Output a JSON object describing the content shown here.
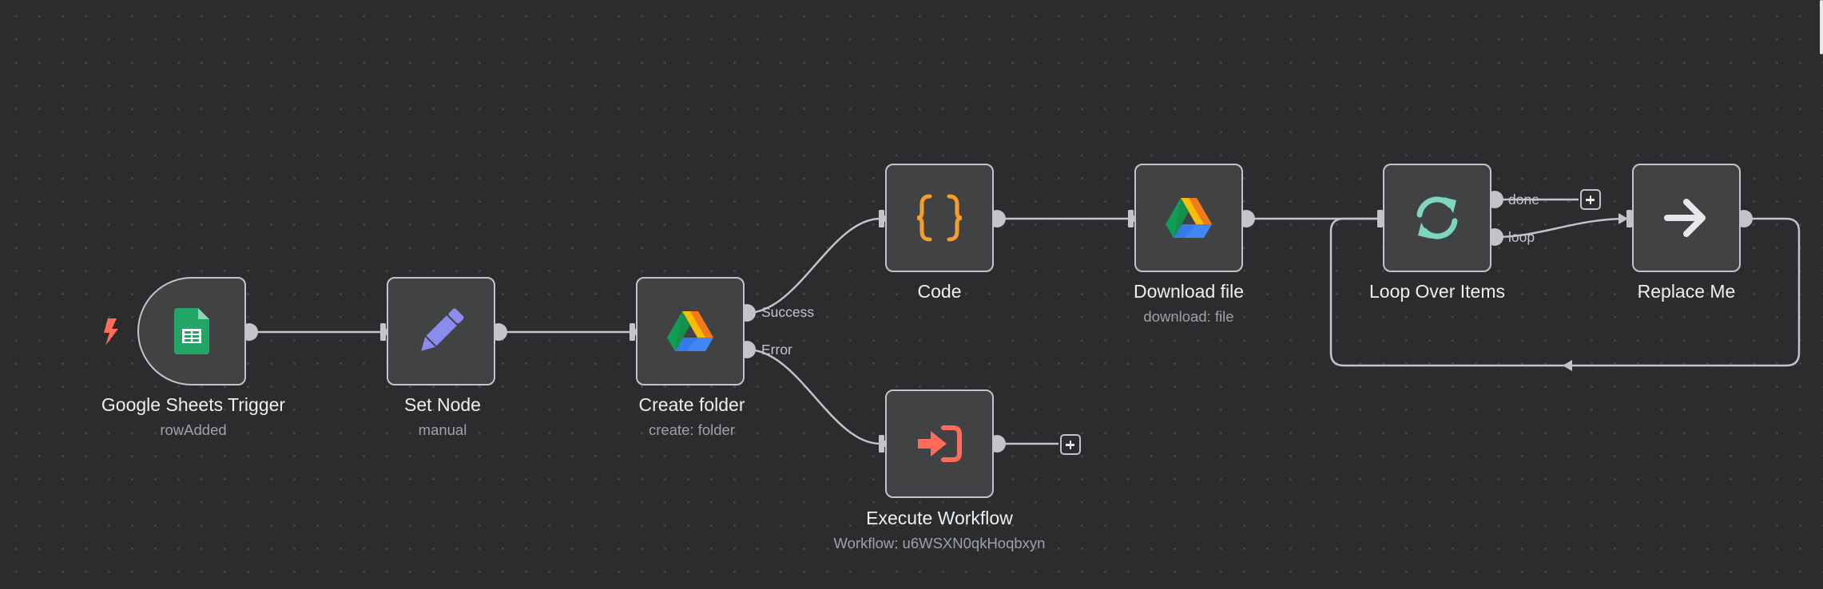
{
  "nodes": [
    {
      "id": "google-sheets-trigger",
      "title": "Google Sheets Trigger",
      "subtitle": "rowAdded",
      "icon": "google-sheets-icon",
      "type": "trigger"
    },
    {
      "id": "set-node",
      "title": "Set Node",
      "subtitle": "manual",
      "icon": "pencil-icon"
    },
    {
      "id": "create-folder",
      "title": "Create folder",
      "subtitle": "create: folder",
      "icon": "google-drive-icon"
    },
    {
      "id": "code",
      "title": "Code",
      "subtitle": "",
      "icon": "code-braces-icon"
    },
    {
      "id": "download-file",
      "title": "Download file",
      "subtitle": "download: file",
      "icon": "google-drive-icon"
    },
    {
      "id": "loop-over-items",
      "title": "Loop Over Items",
      "subtitle": "",
      "icon": "loop-arrows-icon"
    },
    {
      "id": "replace-me",
      "title": "Replace Me",
      "subtitle": "",
      "icon": "arrow-right-icon"
    },
    {
      "id": "execute-workflow",
      "title": "Execute Workflow",
      "subtitle": "Workflow: u6WSXN0qkHoqbxyn",
      "icon": "sign-in-icon"
    }
  ],
  "port_labels": {
    "success": "Success",
    "error": "Error",
    "done": "done",
    "loop": "loop"
  },
  "colors": {
    "canvas_bg": "#2b2c2e",
    "node_bg": "#414244",
    "node_border": "#c3c4c9",
    "connection": "#c3c4c9",
    "trigger_bolt": "#ff6d5a",
    "code_icon": "#f59d2a",
    "pencil_icon": "#8b8cf0",
    "loop_icon": "#7fd6bf",
    "execute_icon": "#ff6d5a",
    "sheets_icon": "#23a566"
  }
}
